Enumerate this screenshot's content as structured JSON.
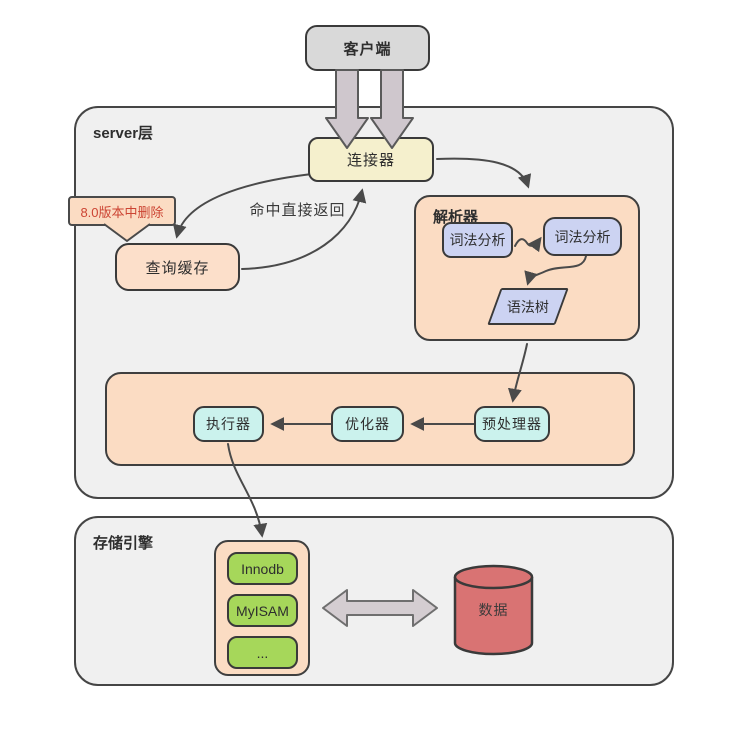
{
  "colors": {
    "canvas_bg": "#ffffff",
    "layer_fill": "#f0f0f0",
    "peach_fill": "#fbdcc3",
    "yellow_fill": "#f5f0cd",
    "cyan_fill": "#cbf2ed",
    "lavender_fill": "#ccd3f2",
    "green_fill": "#a6d75a",
    "gray_fill": "#d9d9d9",
    "red_cylinder_fill": "#d97373",
    "thick_arrow_fill": "#cfc7cd",
    "line_color": "#4a4a4a",
    "callout_text_color": "#cc4433"
  },
  "client": {
    "label": "客户端"
  },
  "server_layer": {
    "label": "server层",
    "connector": {
      "label": "连接器"
    },
    "query_cache": {
      "label": "查询缓存"
    },
    "callout": {
      "label": "8.0版本中删除"
    },
    "hit_return_label": "命中直接返回",
    "parser": {
      "label": "解析器",
      "lex_left": "词法分析",
      "lex_right": "词法分析",
      "syntax_tree": "语法树"
    },
    "pipeline": {
      "executor": "执行器",
      "optimizer": "优化器",
      "preprocessor": "预处理器"
    }
  },
  "storage": {
    "label": "存储引擎",
    "engines": [
      "Innodb",
      "MyISAM",
      "..."
    ],
    "database": "数据"
  }
}
